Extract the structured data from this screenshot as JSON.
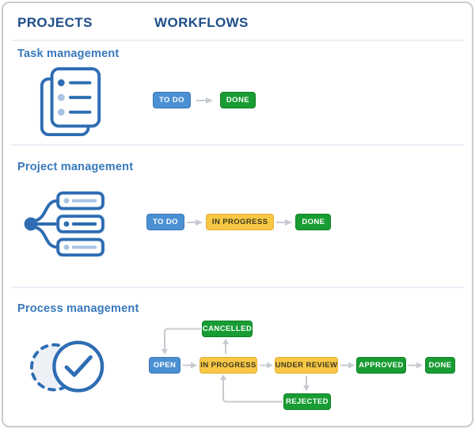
{
  "card": {
    "columns": {
      "projects": "PROJECTS",
      "workflows": "WORKFLOWS"
    }
  },
  "badge_colors": {
    "blue": {
      "bg": "#4b90d3",
      "border": "#3a76b8",
      "text": "#ffffff"
    },
    "yellow": {
      "bg": "#f8c845",
      "border": "#e3ae33",
      "text": "#403a20"
    },
    "green": {
      "bg": "#189c33",
      "border": "#108227",
      "text": "#ffffff"
    }
  },
  "accent_colors": {
    "header_text": "#1d4e89",
    "section_title_text": "#3778bc",
    "icon_stroke": "#2e6db3",
    "icon_light": "#a9c4e2",
    "connector": "#c6cbd1",
    "divider": "#e9eff6",
    "card_border": "#cbcbcb"
  },
  "sections": [
    {
      "title": "Task management",
      "icon": "stacked-task-list-icon",
      "workflow": {
        "type": "linear",
        "steps": [
          {
            "label": "TO DO",
            "color": "blue"
          },
          {
            "label": "DONE",
            "color": "green"
          }
        ],
        "transitions": [
          "TO DO → DONE"
        ]
      }
    },
    {
      "title": "Project management",
      "icon": "linked-items-icon",
      "workflow": {
        "type": "linear",
        "steps": [
          {
            "label": "TO DO",
            "color": "blue"
          },
          {
            "label": "IN PROGRESS",
            "color": "yellow"
          },
          {
            "label": "DONE",
            "color": "green"
          }
        ],
        "transitions": [
          "TO DO → IN PROGRESS",
          "IN PROGRESS → DONE"
        ]
      }
    },
    {
      "title": "Process management",
      "icon": "check-circle-icon",
      "workflow": {
        "type": "graph",
        "steps": [
          {
            "label": "OPEN",
            "color": "blue"
          },
          {
            "label": "IN PROGRESS",
            "color": "yellow"
          },
          {
            "label": "UNDER REVIEW",
            "color": "yellow"
          },
          {
            "label": "APPROVED",
            "color": "green"
          },
          {
            "label": "DONE",
            "color": "green"
          },
          {
            "label": "CANCELLED",
            "color": "green"
          },
          {
            "label": "REJECTED",
            "color": "green"
          }
        ],
        "transitions": [
          "OPEN → IN PROGRESS",
          "IN PROGRESS → UNDER REVIEW",
          "UNDER REVIEW → APPROVED",
          "APPROVED → DONE",
          "IN PROGRESS → CANCELLED",
          "CANCELLED → OPEN",
          "UNDER REVIEW → REJECTED",
          "REJECTED → IN PROGRESS"
        ]
      }
    }
  ]
}
